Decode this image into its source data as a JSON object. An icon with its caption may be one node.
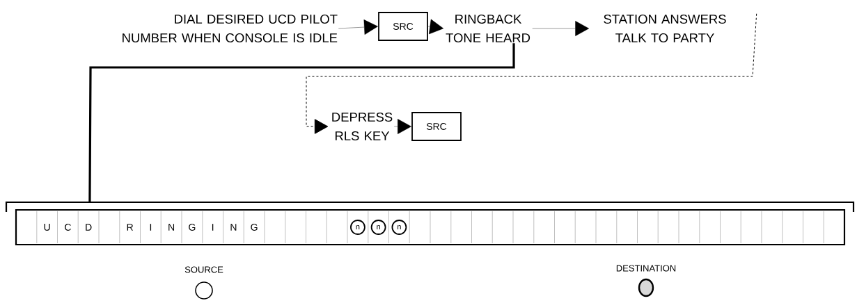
{
  "diagram": {
    "nodes": [
      {
        "text": [
          "DIAL DESIRED UCD PILOT NUMBER WHEN CONSOLE IS IDLE"
        ]
      },
      {
        "text": [
          "SRC"
        ]
      },
      {
        "text": [
          "RINGBACK TONE HEARD"
        ]
      },
      {
        "text": [
          "STATION ANSWERS TALK TO PARTY"
        ]
      },
      {
        "text": [
          "DEPRESS RLS KEY"
        ]
      },
      {
        "text": [
          "SRC"
        ]
      },
      {
        "text": [],
        "shape": "box"
      }
    ],
    "edges": [
      {
        "from": 0,
        "to": 1,
        "arrow": "to"
      },
      {
        "from": 1,
        "to": 2,
        "arrow": "to"
      },
      {
        "from": 2,
        "to": 3,
        "arrow": "to"
      },
      {
        "from": 2,
        "to": 6,
        "arrow": "none",
        "style": "thick"
      },
      {
        "from": 3,
        "to": 4,
        "arrow": "to",
        "style": "dashed"
      },
      {
        "from": 4,
        "to": 5,
        "arrow": "to"
      }
    ],
    "labels": [
      "U",
      "C",
      "D",
      "R",
      "I",
      "N",
      "G",
      "I",
      "N",
      "G",
      "n",
      "n",
      "n",
      "SOURCE",
      "DESTINATION"
    ]
  }
}
